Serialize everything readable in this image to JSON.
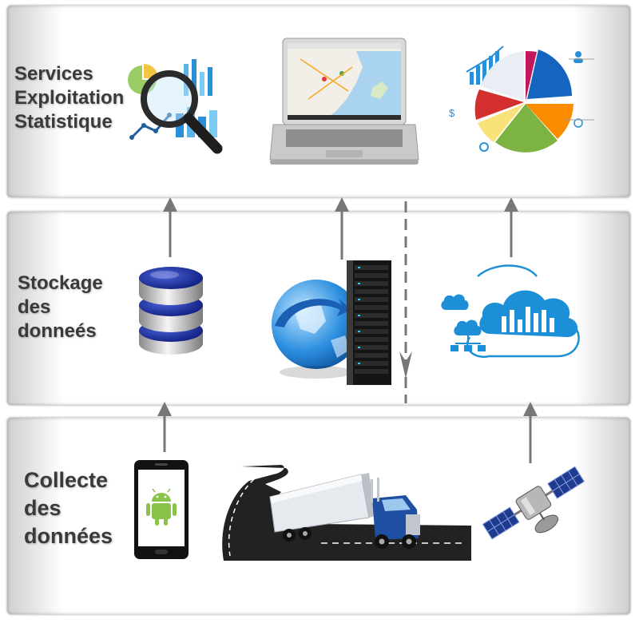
{
  "layers": {
    "top": {
      "lines": [
        "Services",
        "Exploitation",
        "Statistique"
      ]
    },
    "middle": {
      "lines": [
        "Stockage",
        "des",
        "donneés"
      ]
    },
    "bottom": {
      "lines": [
        "Collecte",
        "des",
        "données"
      ]
    }
  },
  "icons": {
    "top": [
      "analytics-magnifier-icon",
      "laptop-map-icon",
      "pie-chart-infographic-icon"
    ],
    "middle": [
      "database-icon",
      "globe-server-icon",
      "cloud-storage-icon"
    ],
    "bottom": [
      "android-phone-icon",
      "truck-road-icon",
      "satellite-icon"
    ]
  },
  "colors": {
    "label": "#3a3a3a",
    "arrow": "#777777",
    "database": "#1f2a8a",
    "cloud": "#1c8fd6",
    "android": "#8bc34a"
  }
}
